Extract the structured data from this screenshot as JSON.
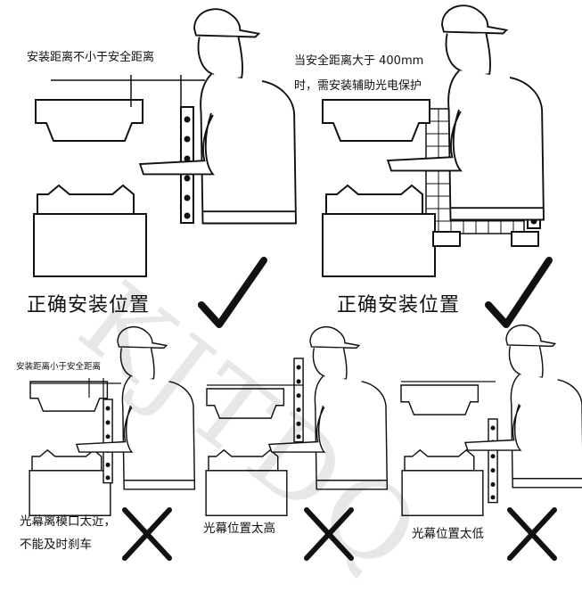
{
  "panels": {
    "top_left": {
      "label": "安装距离不小于安全距离",
      "caption": "正确安装位置"
    },
    "top_right": {
      "label_line1": "当安全距离大于 400mm",
      "label_line2": "时，需安装辅助光电保护",
      "caption": "正确安装位置"
    },
    "bottom_left": {
      "label": "安装距离小于安全距离",
      "caption_line1": "光幕离模口太近，",
      "caption_line2": "不能及时刹车"
    },
    "bottom_middle": {
      "caption": "光幕位置太高"
    },
    "bottom_right": {
      "caption": "光幕位置太低"
    }
  },
  "watermark": "KJTDQ",
  "marks": {
    "check": "✓",
    "cross": "✗"
  },
  "colors": {
    "ink": "#111111",
    "watermark": "#bdbdbd"
  }
}
